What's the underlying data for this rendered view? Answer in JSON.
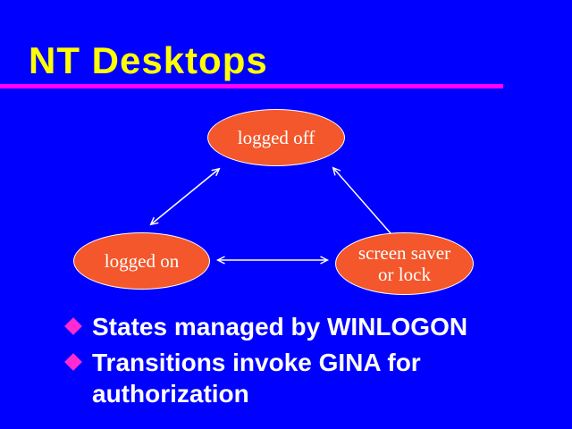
{
  "slide": {
    "title": "NT Desktops",
    "background_color": "#0000FF",
    "title_color": "#FFFF00",
    "underline_color": "#FF00FF"
  },
  "diagram": {
    "node_fill_color": "#F3572B",
    "node_border_color": "#FFFFFF",
    "node_text_color": "#FFFFFF",
    "arrow_color": "#FFFFFF",
    "nodes": {
      "logged_off": {
        "label": "logged off"
      },
      "logged_on": {
        "label": "logged on"
      },
      "screen_saver": {
        "line1": "screen saver",
        "line2": "or lock"
      }
    },
    "arrows": [
      {
        "name": "logged-off-logged-on",
        "type": "double-headed-diagonal"
      },
      {
        "name": "screen-saver-logged-off",
        "type": "single-headed-diagonal"
      },
      {
        "name": "logged-on-screen-saver",
        "type": "double-headed-horizontal"
      }
    ]
  },
  "bullets": {
    "marker_color": "#FF2BD1",
    "items": [
      {
        "lines": [
          "States managed by WINLOGON"
        ]
      },
      {
        "lines": [
          "Transitions invoke GINA for",
          "authorization"
        ]
      }
    ]
  }
}
